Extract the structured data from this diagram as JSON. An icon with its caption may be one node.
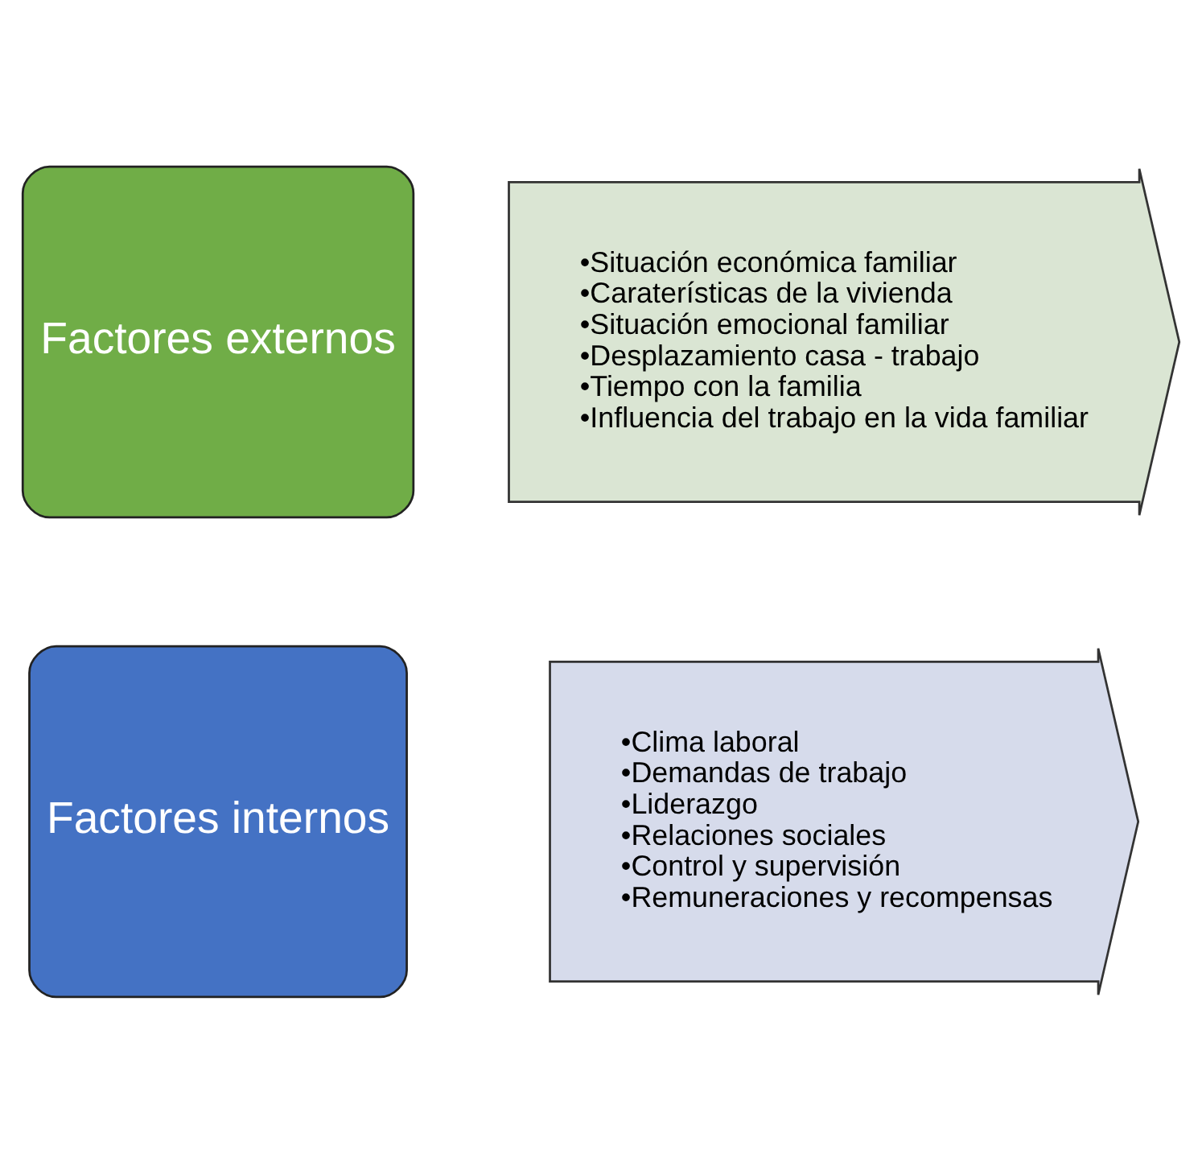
{
  "diagram": {
    "nodes": [
      {
        "text": [
          "Factores internos"
        ]
      },
      {
        "text": [
          "•Clima laboral",
          "•Demandas de trabajo",
          "•Liderazgo",
          "•Relaciones sociales",
          "•Control y supervisión",
          "•Remuneraciones y recompensas"
        ]
      },
      {
        "text": [
          "Factores externos"
        ]
      },
      {
        "text": [
          "•Situación económica familiar",
          "•Caraterísticas de la vivienda",
          "•Situación emocional familiar",
          "•Desplazamiento casa - trabajo",
          "•Tiempo con la familia",
          "•Influencia del trabajo en la vida familiar"
        ]
      }
    ]
  }
}
